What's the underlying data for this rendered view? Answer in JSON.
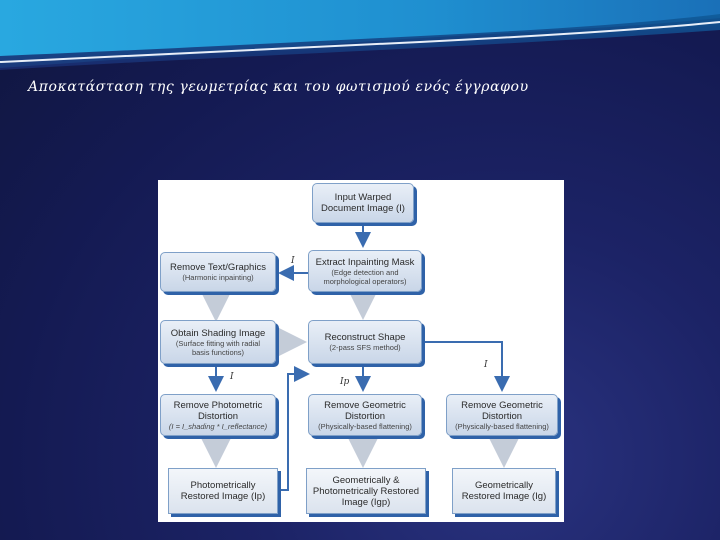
{
  "slide": {
    "title": "Αποκατάσταση της γεωμετρίας και του φωτισμού ενός έγγραφου"
  },
  "colors": {
    "background": "#141a52",
    "band": "#1f8fd0",
    "box_shadow": "#2f62a8",
    "arrow": "#3a6cb0"
  },
  "diagram": {
    "input": {
      "line1": "Input Warped",
      "line2": "Document Image (I)"
    },
    "extract": {
      "title": "Extract Inpainting Mask",
      "sub1": "(Edge detection and",
      "sub2": "morphological operators)"
    },
    "remove_text": {
      "title": "Remove Text/Graphics",
      "sub1": "(Harmonic inpainting)"
    },
    "shading": {
      "title": "Obtain Shading Image",
      "sub1": "(Surface fitting with radial",
      "sub2": "basis functions)"
    },
    "reconstruct": {
      "title": "Reconstruct Shape",
      "sub1": "(2-pass SFS method)"
    },
    "remove_photo": {
      "title1": "Remove Photometric",
      "title2": "Distortion",
      "sub1": "(I = I_shading * I_reflectance)"
    },
    "remove_geo_mid": {
      "title1": "Remove Geometric",
      "title2": "Distortion",
      "sub1": "(Physically-based flattening)"
    },
    "remove_geo_right": {
      "title1": "Remove Geometric",
      "title2": "Distortion",
      "sub1": "(Physically-based flattening)"
    },
    "out_photo": {
      "line1": "Photometrically",
      "line2": "Restored Image (Ip)"
    },
    "out_both": {
      "line1": "Geometrically &",
      "line2": "Photometrically Restored",
      "line3": "Image (Igp)"
    },
    "out_geo": {
      "line1": "Geometrically",
      "line2": "Restored Image (Ig)"
    },
    "labels": {
      "i_top": "I",
      "i_left": "I",
      "ip_mid": "Ip",
      "i_right": "I"
    }
  }
}
